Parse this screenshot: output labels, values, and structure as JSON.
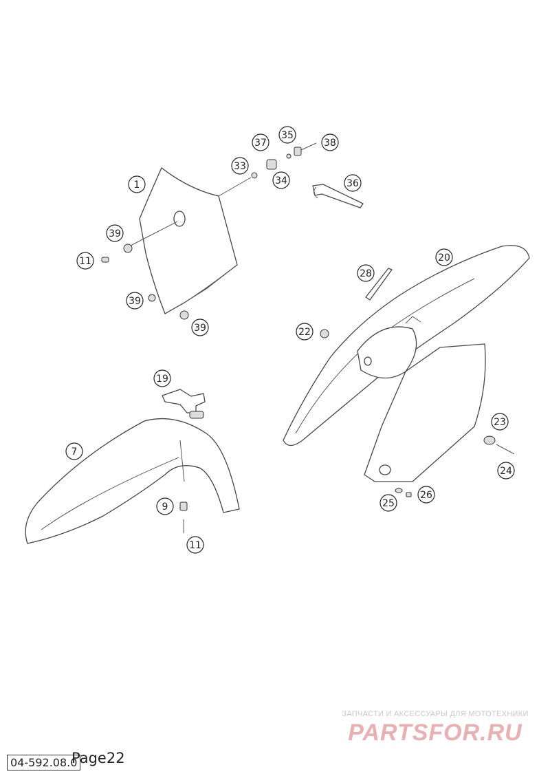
{
  "callouts": [
    {
      "label": "1"
    },
    {
      "label": "33"
    },
    {
      "label": "37"
    },
    {
      "label": "35"
    },
    {
      "label": "38"
    },
    {
      "label": "34"
    },
    {
      "label": "36"
    },
    {
      "label": "39"
    },
    {
      "label": "11"
    },
    {
      "label": "39"
    },
    {
      "label": "39"
    },
    {
      "label": "28"
    },
    {
      "label": "20"
    },
    {
      "label": "22"
    },
    {
      "label": "19"
    },
    {
      "label": "7"
    },
    {
      "label": "23"
    },
    {
      "label": "24"
    },
    {
      "label": "9"
    },
    {
      "label": "25"
    },
    {
      "label": "26"
    },
    {
      "label": "11"
    }
  ],
  "footer": {
    "code": "04-592.08.0",
    "page": "Page22"
  },
  "watermark": {
    "tagline": "ЗАПЧАСТИ И АКСЕССУАРЫ ДЛЯ МОТОТЕХНИКИ",
    "logo": "PARTSFOR.RU"
  }
}
